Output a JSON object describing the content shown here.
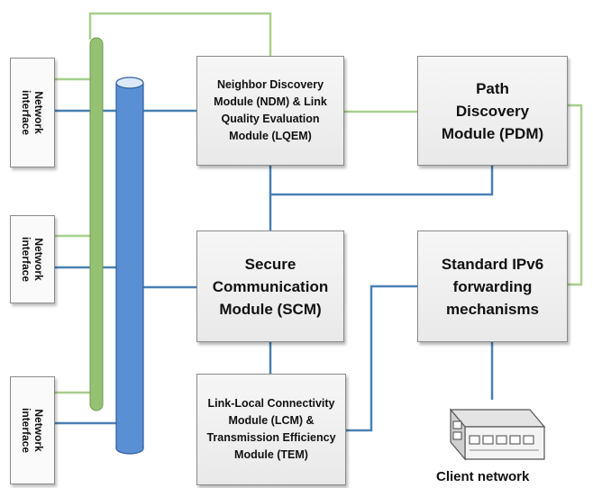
{
  "modules": {
    "ndm": "Neighbor Discovery Module (NDM) & Link Quality Evaluation Module (LQEM)",
    "pdm": "Path Discovery Module (PDM)",
    "scm": "Secure Communication Module (SCM)",
    "ipv6": "Standard IPv6 forwarding mechanisms",
    "lcm": "Link-Local Connectivity Module (LCM) & Transmission Efficiency Module (TEM)"
  },
  "network_interfaces": [
    "Network interface",
    "Network interface",
    "Network interface"
  ],
  "client_network_label": "Client network",
  "colors": {
    "green_link": "#a7d08c",
    "blue_link": "#4a80b4",
    "green_bus": "#94c272",
    "blue_bus": "#5b8fd4",
    "box_border": "#8a8a8a"
  },
  "icons": {
    "client_network": "network-switch-icon"
  }
}
